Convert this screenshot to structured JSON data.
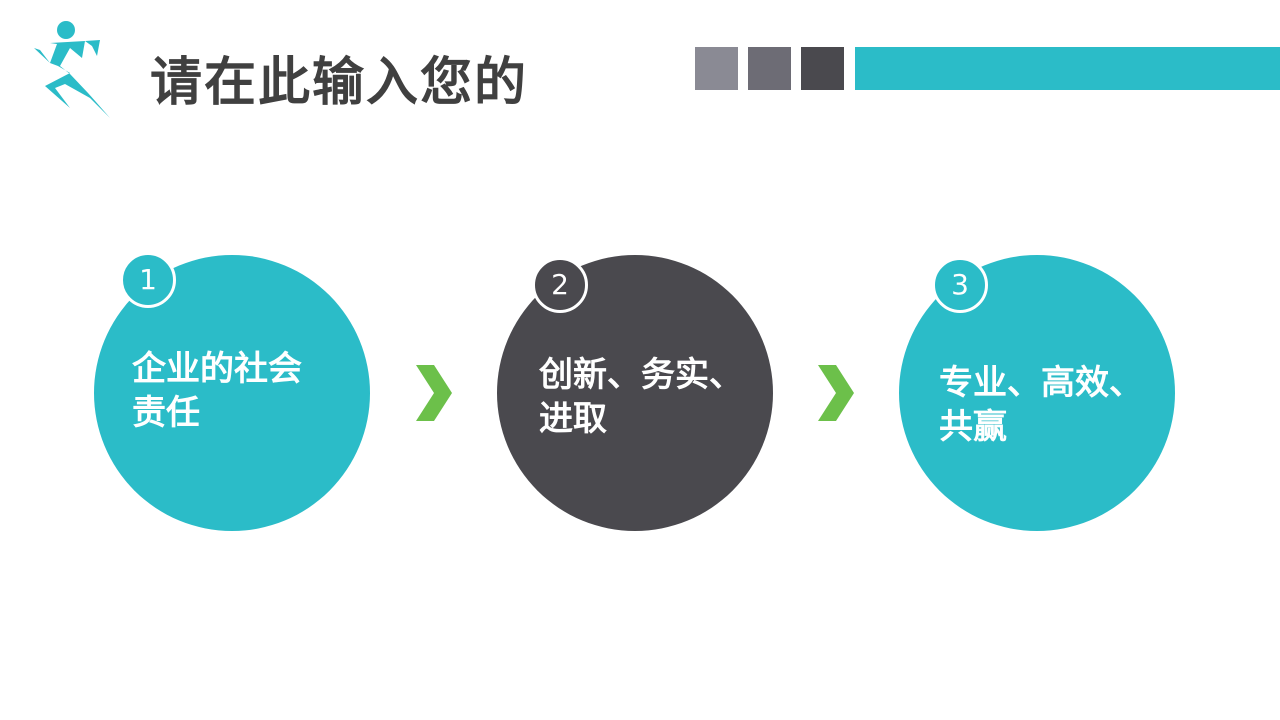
{
  "header": {
    "title": "请在此输入您的",
    "logo_icon": "running-man-icon"
  },
  "colors": {
    "teal": "#2bbcc8",
    "dark": "#4a494e",
    "green": "#6cc04a",
    "sq1": "#8a8a94",
    "sq2": "#6d6c75",
    "sq3": "#4a494e"
  },
  "steps": [
    {
      "number": "1",
      "text": "企业的社会责任"
    },
    {
      "number": "2",
      "text": "创新、务实、进取"
    },
    {
      "number": "3",
      "text": "专业、高效、共赢"
    }
  ]
}
